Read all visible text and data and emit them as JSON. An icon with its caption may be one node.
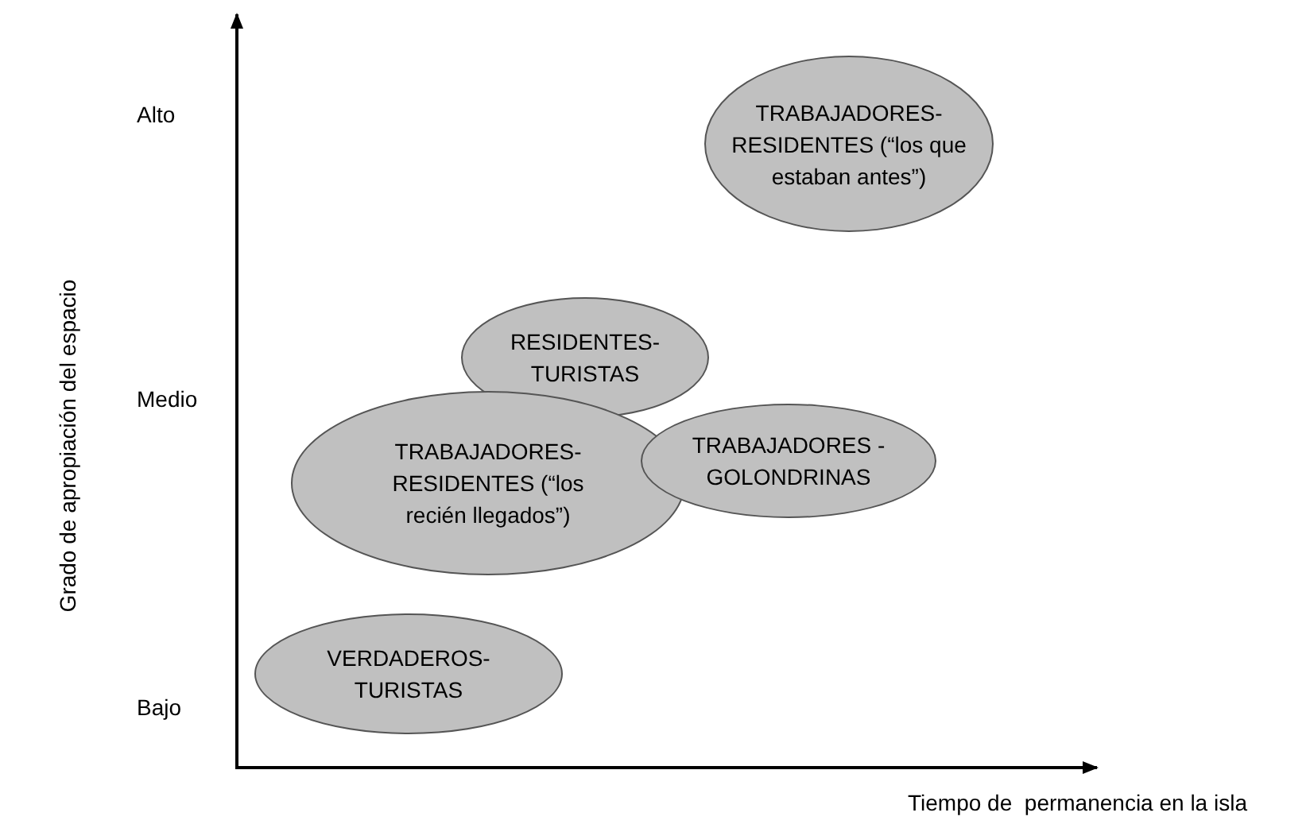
{
  "diagram": {
    "nodes": [
      {
        "text": [
          "TRABAJADORES-RESIDENTES (“los que estaban antes”)"
        ]
      },
      {
        "text": [
          "RESIDENTES-TURISTAS"
        ]
      },
      {
        "text": [
          "TRABAJADORES-RESIDENTES (“los recién llegados”)"
        ]
      },
      {
        "text": [
          "TRABAJADORES - GOLONDRINAS"
        ]
      },
      {
        "text": [
          "VERDADEROS-TURISTAS"
        ]
      }
    ],
    "edges": [],
    "labels": [
      "Alto",
      "Medio",
      "Bajo",
      "Grado de apropiación del espacio",
      "Tiempo de  permanencia en la isla"
    ]
  }
}
